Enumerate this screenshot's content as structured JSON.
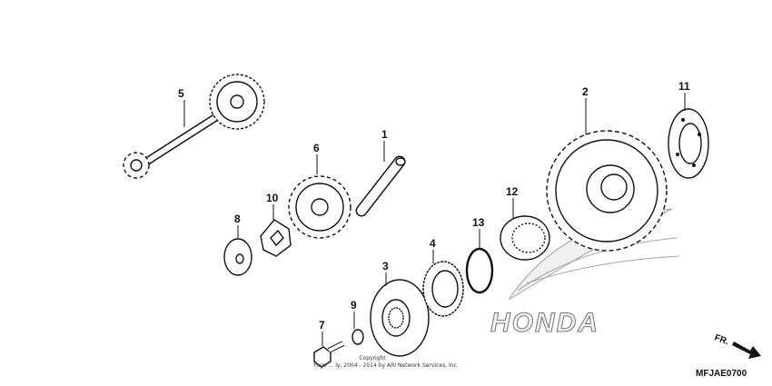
{
  "callouts": [
    {
      "id": "5",
      "label": "5"
    },
    {
      "id": "6",
      "label": "6"
    },
    {
      "id": "1",
      "label": "1"
    },
    {
      "id": "10",
      "label": "10"
    },
    {
      "id": "8",
      "label": "8"
    },
    {
      "id": "3",
      "label": "3"
    },
    {
      "id": "4",
      "label": "4"
    },
    {
      "id": "13",
      "label": "13"
    },
    {
      "id": "12",
      "label": "12"
    },
    {
      "id": "2",
      "label": "2"
    },
    {
      "id": "11",
      "label": "11"
    },
    {
      "id": "9",
      "label": "9"
    },
    {
      "id": "7",
      "label": "7"
    }
  ],
  "watermark": {
    "brand": "HONDA"
  },
  "copyright": {
    "line1": "Copyright",
    "line2": "Page ... ly, 2004 - 2014 by ARI Network Services, Inc."
  },
  "direction": {
    "label": "FR."
  },
  "diagram_code": "MFJAE0700",
  "icons": {
    "direction_arrow": "arrow-right-down-icon",
    "logo": "honda-wing-logo-icon"
  }
}
